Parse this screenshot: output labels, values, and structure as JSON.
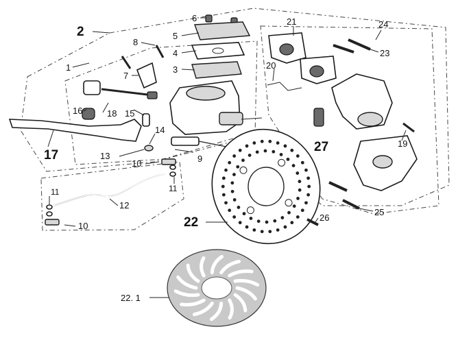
{
  "labels": {
    "l1": "1",
    "l2": "2",
    "l3": "3",
    "l4": "4",
    "l5": "5",
    "l6": "6",
    "l7": "7",
    "l8": "8",
    "l9": "9",
    "l10a": "10",
    "l10b": "10",
    "l11a": "11",
    "l11b": "11",
    "l12": "12",
    "l13": "13",
    "l14": "14",
    "l15": "15",
    "l16": "16",
    "l17": "17",
    "l18": "18",
    "l19": "19",
    "l20": "20",
    "l21": "21",
    "l22": "22",
    "l22_1": "22. 1",
    "l23": "23",
    "l24": "24",
    "l25": "25",
    "l26": "26",
    "l27": "27"
  }
}
